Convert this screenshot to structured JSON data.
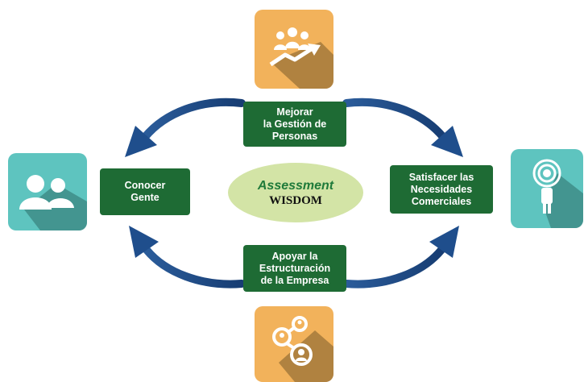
{
  "center": {
    "title": "Assessment",
    "subtitle": "WISDOM"
  },
  "nodes": {
    "top": {
      "lines": [
        "Mejorar",
        "la Gestión de",
        "Personas"
      ],
      "icon": "team-growth-icon"
    },
    "left": {
      "lines": [
        "Conocer",
        "Gente"
      ],
      "icon": "people-icon"
    },
    "right": {
      "lines": [
        "Satisfacer las",
        "Necesidades",
        "Comerciales"
      ],
      "icon": "person-signal-icon"
    },
    "bottom": {
      "lines": [
        "Apoyar la",
        "Estructuración",
        "de la Empresa"
      ],
      "icon": "org-network-icon"
    }
  },
  "colors": {
    "box_green": "#1e6b34",
    "arrow_blue": "#1f4e8c",
    "tile_orange": "#f2b25b",
    "tile_teal": "#5ec4bf",
    "ellipse": "#d3e4a6"
  }
}
